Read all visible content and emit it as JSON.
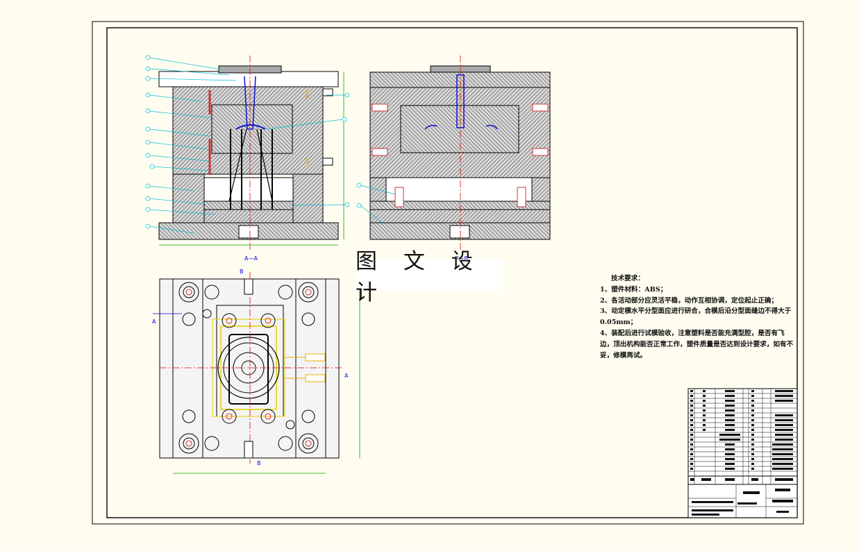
{
  "watermark": "图 文 设 计",
  "tech_requirements": {
    "title": "技术要求：",
    "items": [
      "1、塑件材料：ABS；",
      "2、各活动部分应灵活平稳，动作互相协调，定位起止正确；",
      "3、动定模水平分型面应进行研合，合模后沿分型面缝边不得大于0.05mm；",
      "4、装配后进行试模验收，注意塑料是否能充满型腔，是否有飞边，顶出机构能否正常工作，塑件质量是否达到设计要求，如有不妥，修模再试。"
    ]
  },
  "views": {
    "section_aa": "A—A",
    "section_bb": "B—B",
    "mark_a_left": "A",
    "mark_a_right": "A",
    "mark_b_top": "B",
    "mark_b_bottom": "B"
  },
  "colors": {
    "paper": "#fffdf0",
    "outline": "#000000",
    "hatch": "#555555",
    "leader": "#00bcd4",
    "center": "#dd0000",
    "green_dim": "#00aa00",
    "yellow": "#e8d000",
    "blue": "#1010cc"
  }
}
